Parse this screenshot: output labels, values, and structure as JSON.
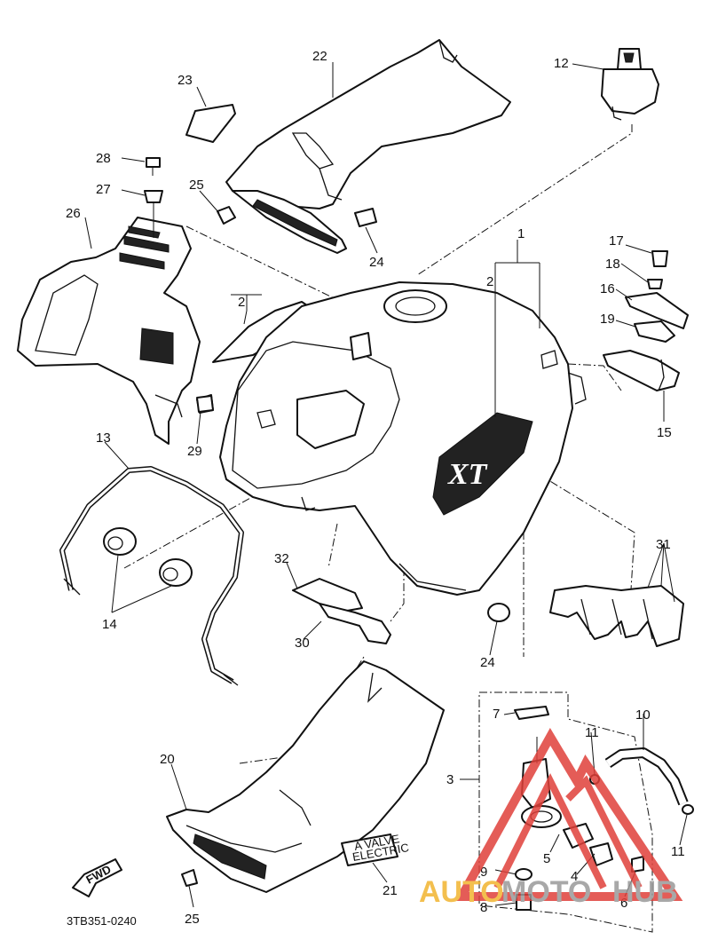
{
  "labels": [
    "1",
    "2",
    "2",
    "3",
    "4",
    "5",
    "6",
    "7",
    "8",
    "9",
    "10",
    "11",
    "11",
    "12",
    "13",
    "14",
    "15",
    "16",
    "17",
    "18",
    "19",
    "20",
    "21",
    "22",
    "23",
    "24",
    "24",
    "25",
    "25",
    "26",
    "27",
    "28",
    "29",
    "30",
    "31",
    "32"
  ],
  "fwd_label": "FWD",
  "drawing_code": "3TB351-0240",
  "tank_logo": "XT",
  "emblem_text": [
    "A VALVE",
    "ELECTRIC"
  ],
  "watermark": {
    "part_a": "AUTO",
    "part_b": "MOTO",
    "part_c": "HUB",
    "colors": {
      "red": "#e0403a",
      "gold": "#f2b530",
      "grey": "#9a9a9a"
    }
  }
}
